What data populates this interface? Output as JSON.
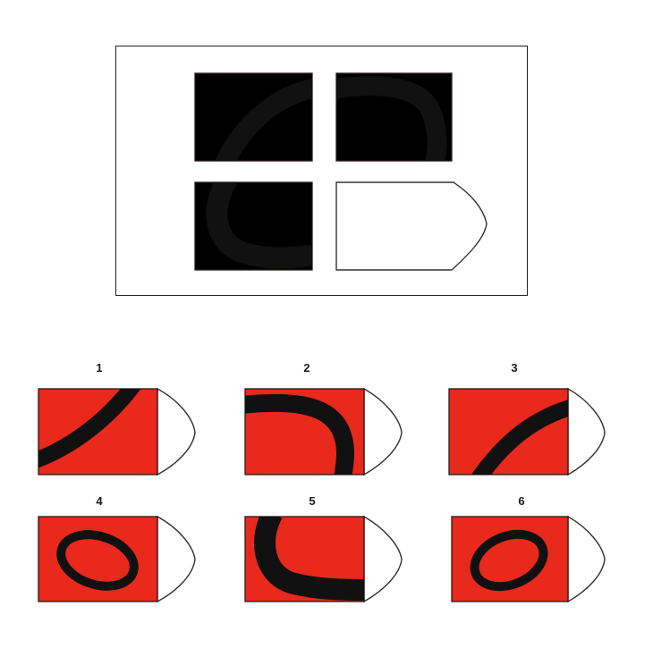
{
  "colors": {
    "red": "#e8291c",
    "ink": "#111111"
  },
  "question": {
    "tiles": [
      "top-left-arc",
      "top-right-arc",
      "bottom-left-arc",
      "missing-piece"
    ]
  },
  "options": [
    {
      "number": "1",
      "pattern": "diagonal-arc"
    },
    {
      "number": "2",
      "pattern": "upper-left-arc"
    },
    {
      "number": "3",
      "pattern": "lower-right-arc"
    },
    {
      "number": "4",
      "pattern": "small-ellipse"
    },
    {
      "number": "5",
      "pattern": "c-arc"
    },
    {
      "number": "6",
      "pattern": "small-ellipse"
    }
  ]
}
